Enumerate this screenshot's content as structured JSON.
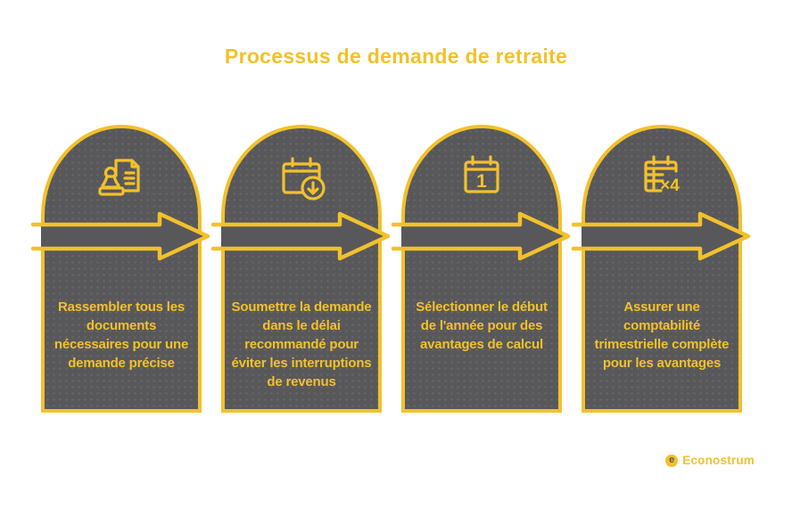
{
  "title": "Processus de demande de retraite",
  "colors": {
    "accent_yellow": "#F2C12B",
    "card_gray": "#58585B",
    "background": "#FFFFFF"
  },
  "steps": [
    {
      "icon": "stamp-document-icon",
      "text": "Rassembler tous les documents nécessaires pour une demande précise"
    },
    {
      "icon": "calendar-download-icon",
      "text": "Soumettre la demande dans le délai recommandé pour éviter les interruptions de revenus"
    },
    {
      "icon": "calendar-first-day-icon",
      "icon_label": "1",
      "text": "Sélectionner le début de l'année pour des avantages de calcul"
    },
    {
      "icon": "calendar-quarterly-icon",
      "icon_label": "×4",
      "text": "Assurer une comptabilité trimestrielle complète pour les avantages"
    }
  ],
  "footer": {
    "brand": "Econostrum",
    "logo_letter": "e"
  }
}
